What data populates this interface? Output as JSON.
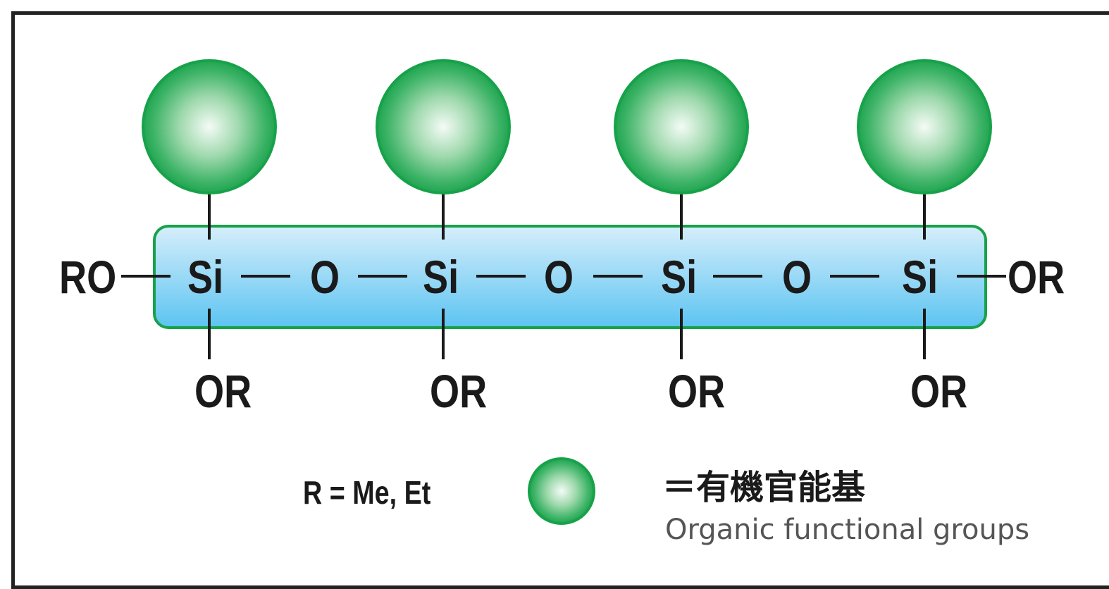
{
  "colors": {
    "sphere_edge": "#17a24a",
    "sphere_core": "#f2faf4",
    "sphere_mid": "#7fcd94",
    "band_top": "#d4ecfa",
    "band_bottom": "#5cc2f0",
    "band_border": "#17a24a",
    "bond": "#1a1a1a",
    "frame": "#222222"
  },
  "chain": {
    "left_end": "RO",
    "right_end": "OR",
    "si_label": "Si",
    "oxygen_label": "O",
    "pendant_label": "OR",
    "si_units": [
      {
        "si": "Si",
        "pendant": "OR"
      },
      {
        "si": "Si",
        "pendant": "OR"
      },
      {
        "si": "Si",
        "pendant": "OR"
      },
      {
        "si": "Si",
        "pendant": "OR"
      }
    ],
    "oxygens": [
      "O",
      "O",
      "O"
    ]
  },
  "legend": {
    "r_definition": "R = Me, Et",
    "symbol_equals_jp": "＝有機官能基",
    "symbol_en": "Organic functional groups"
  }
}
